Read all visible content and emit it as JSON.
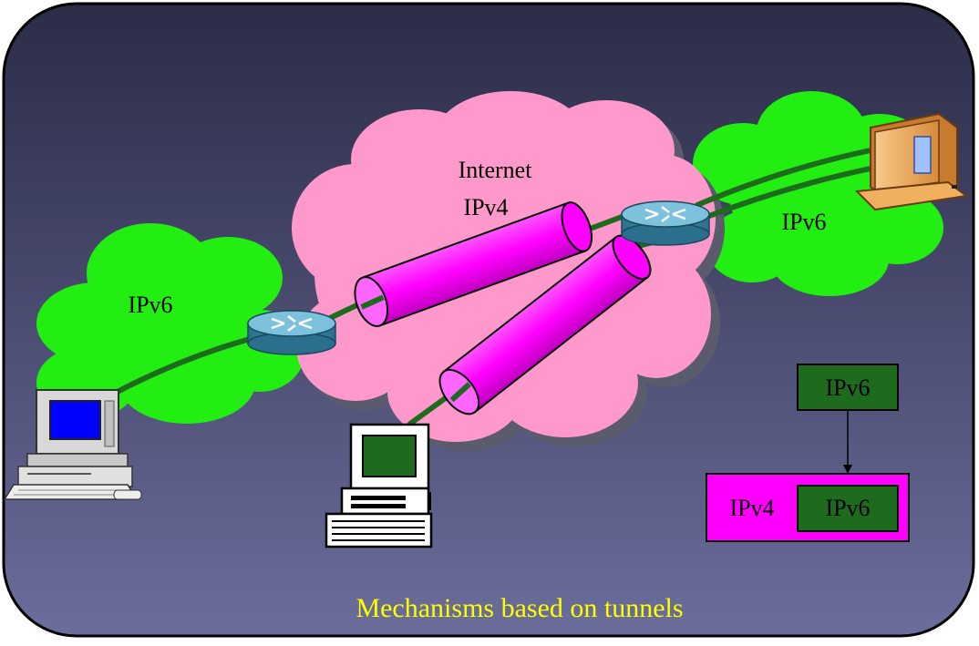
{
  "diagram": {
    "caption": "Mechanisms based on tunnels",
    "clouds": {
      "left_ipv6_label": "IPv6",
      "internet_line1": "Internet",
      "internet_line2": "IPv4",
      "right_ipv6_label": "IPv6"
    },
    "encapsulation": {
      "original_packet_label": "IPv6",
      "outer_header_label": "IPv4",
      "inner_packet_label": "IPv6"
    },
    "icons": [
      "desktop-computer-icon",
      "router-icon",
      "tunnel-icon",
      "laptop-computer-icon",
      "tower-computer-icon"
    ],
    "colors": {
      "background_top": "#2b2c46",
      "background_bottom": "#6b6d9c",
      "ipv6_cloud": "#22ee11",
      "ipv4_cloud": "#ff99cc",
      "tunnel": "#ff00ff",
      "link": "#1e6b1e",
      "router": "#4aa0c0",
      "caption": "#ffff00"
    }
  }
}
